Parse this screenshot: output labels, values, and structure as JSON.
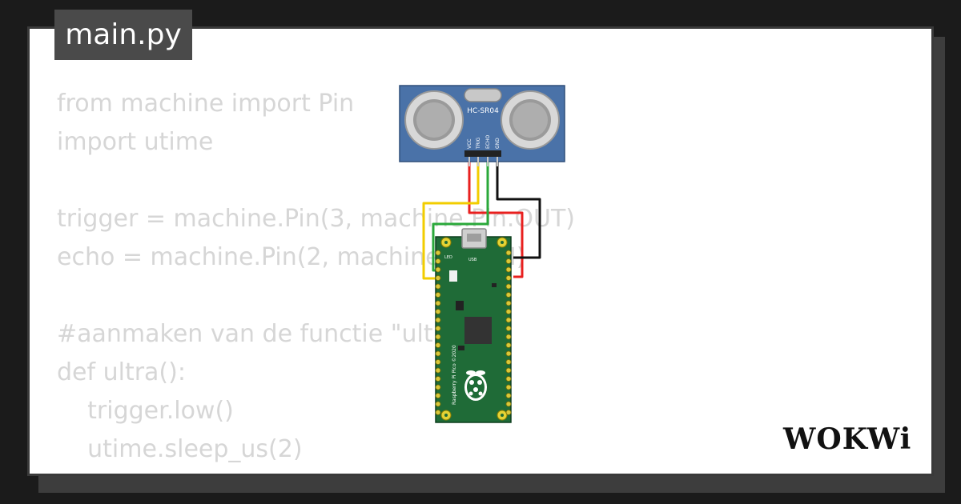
{
  "tab": {
    "label": "main.py"
  },
  "code": {
    "lines": [
      "from machine import Pin",
      "import utime",
      "",
      "trigger = machine.Pin(3, machine.Pin.OUT)",
      "echo = machine.Pin(2, machine.Pin.IN)",
      "",
      "#aanmaken van de functie \"ultra\"",
      "def ultra():",
      "    trigger.low()",
      "    utime.sleep_us(2)"
    ]
  },
  "sensor": {
    "label": "HC-SR04",
    "pins": [
      "VCC",
      "TRIG",
      "ECHO",
      "GND"
    ],
    "board_color": "#4a72a8"
  },
  "pico": {
    "label": "Raspberry Pi Pico ©2020",
    "board_color": "#1f6b37",
    "led_label": "LED",
    "usb_label": "USB"
  },
  "wires": {
    "vcc_color": "#e8201f",
    "trig_color": "#f2cd00",
    "echo_color": "#2aa83a",
    "gnd_color": "#111111"
  },
  "brand": {
    "logo_text": "WOKWi"
  }
}
